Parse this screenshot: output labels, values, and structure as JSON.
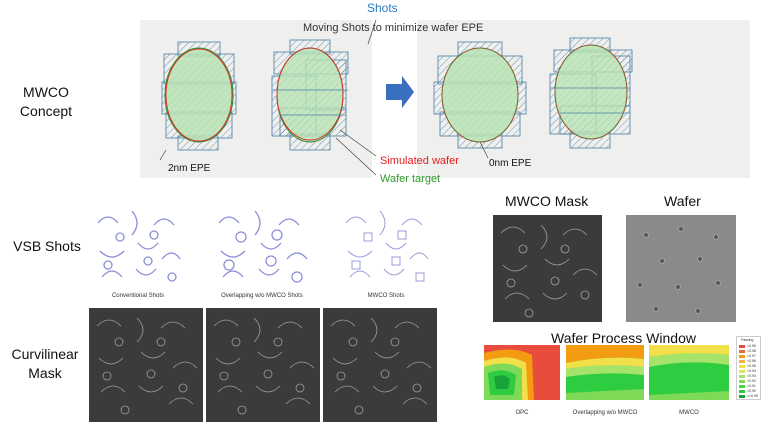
{
  "concept": {
    "title": "Moving Shots to minimize wafer EPE",
    "shots_label": "Shots",
    "epe_left": "2nm EPE",
    "epe_right": "0nm EPE",
    "simulated_label": "Simulated wafer",
    "target_label": "Wafer target"
  },
  "rows": {
    "mwco_concept": "MWCO\nConcept",
    "vsb_shots": "VSB Shots",
    "curvilinear_mask": "Curvilinear\nMask"
  },
  "vsb": {
    "captions": [
      "Conventional Shots",
      "Overlapping w/o MWCO Shots",
      "MWCO Shots"
    ]
  },
  "right": {
    "mask_title": "MWCO Mask",
    "wafer_title": "Wafer",
    "pw_title": "Wafer Process Window",
    "pw_captions": [
      "OPC",
      "Overlapping w/o MWCO",
      "MWCO"
    ],
    "legend_title": "Passing",
    "legend_values": [
      "<0.99",
      "<0.98",
      "<0.97",
      "<0.96",
      "<0.95",
      "<0.94",
      "<0.93",
      "<0.92",
      "<0.91",
      "<0.90",
      ">=0.99"
    ]
  },
  "colors": {
    "concept_bg": "#efefed",
    "shot_hatch": "#4a7fa6",
    "target_fill": "#b9e3b4",
    "simulated_outline": "#d9342b",
    "arrow": "#3a6fbf",
    "shots_label": "#2b7bbd",
    "simulated_label": "#e02020",
    "target_label": "#2e9a2e",
    "vsb_pattern": "#8b8fd6"
  }
}
